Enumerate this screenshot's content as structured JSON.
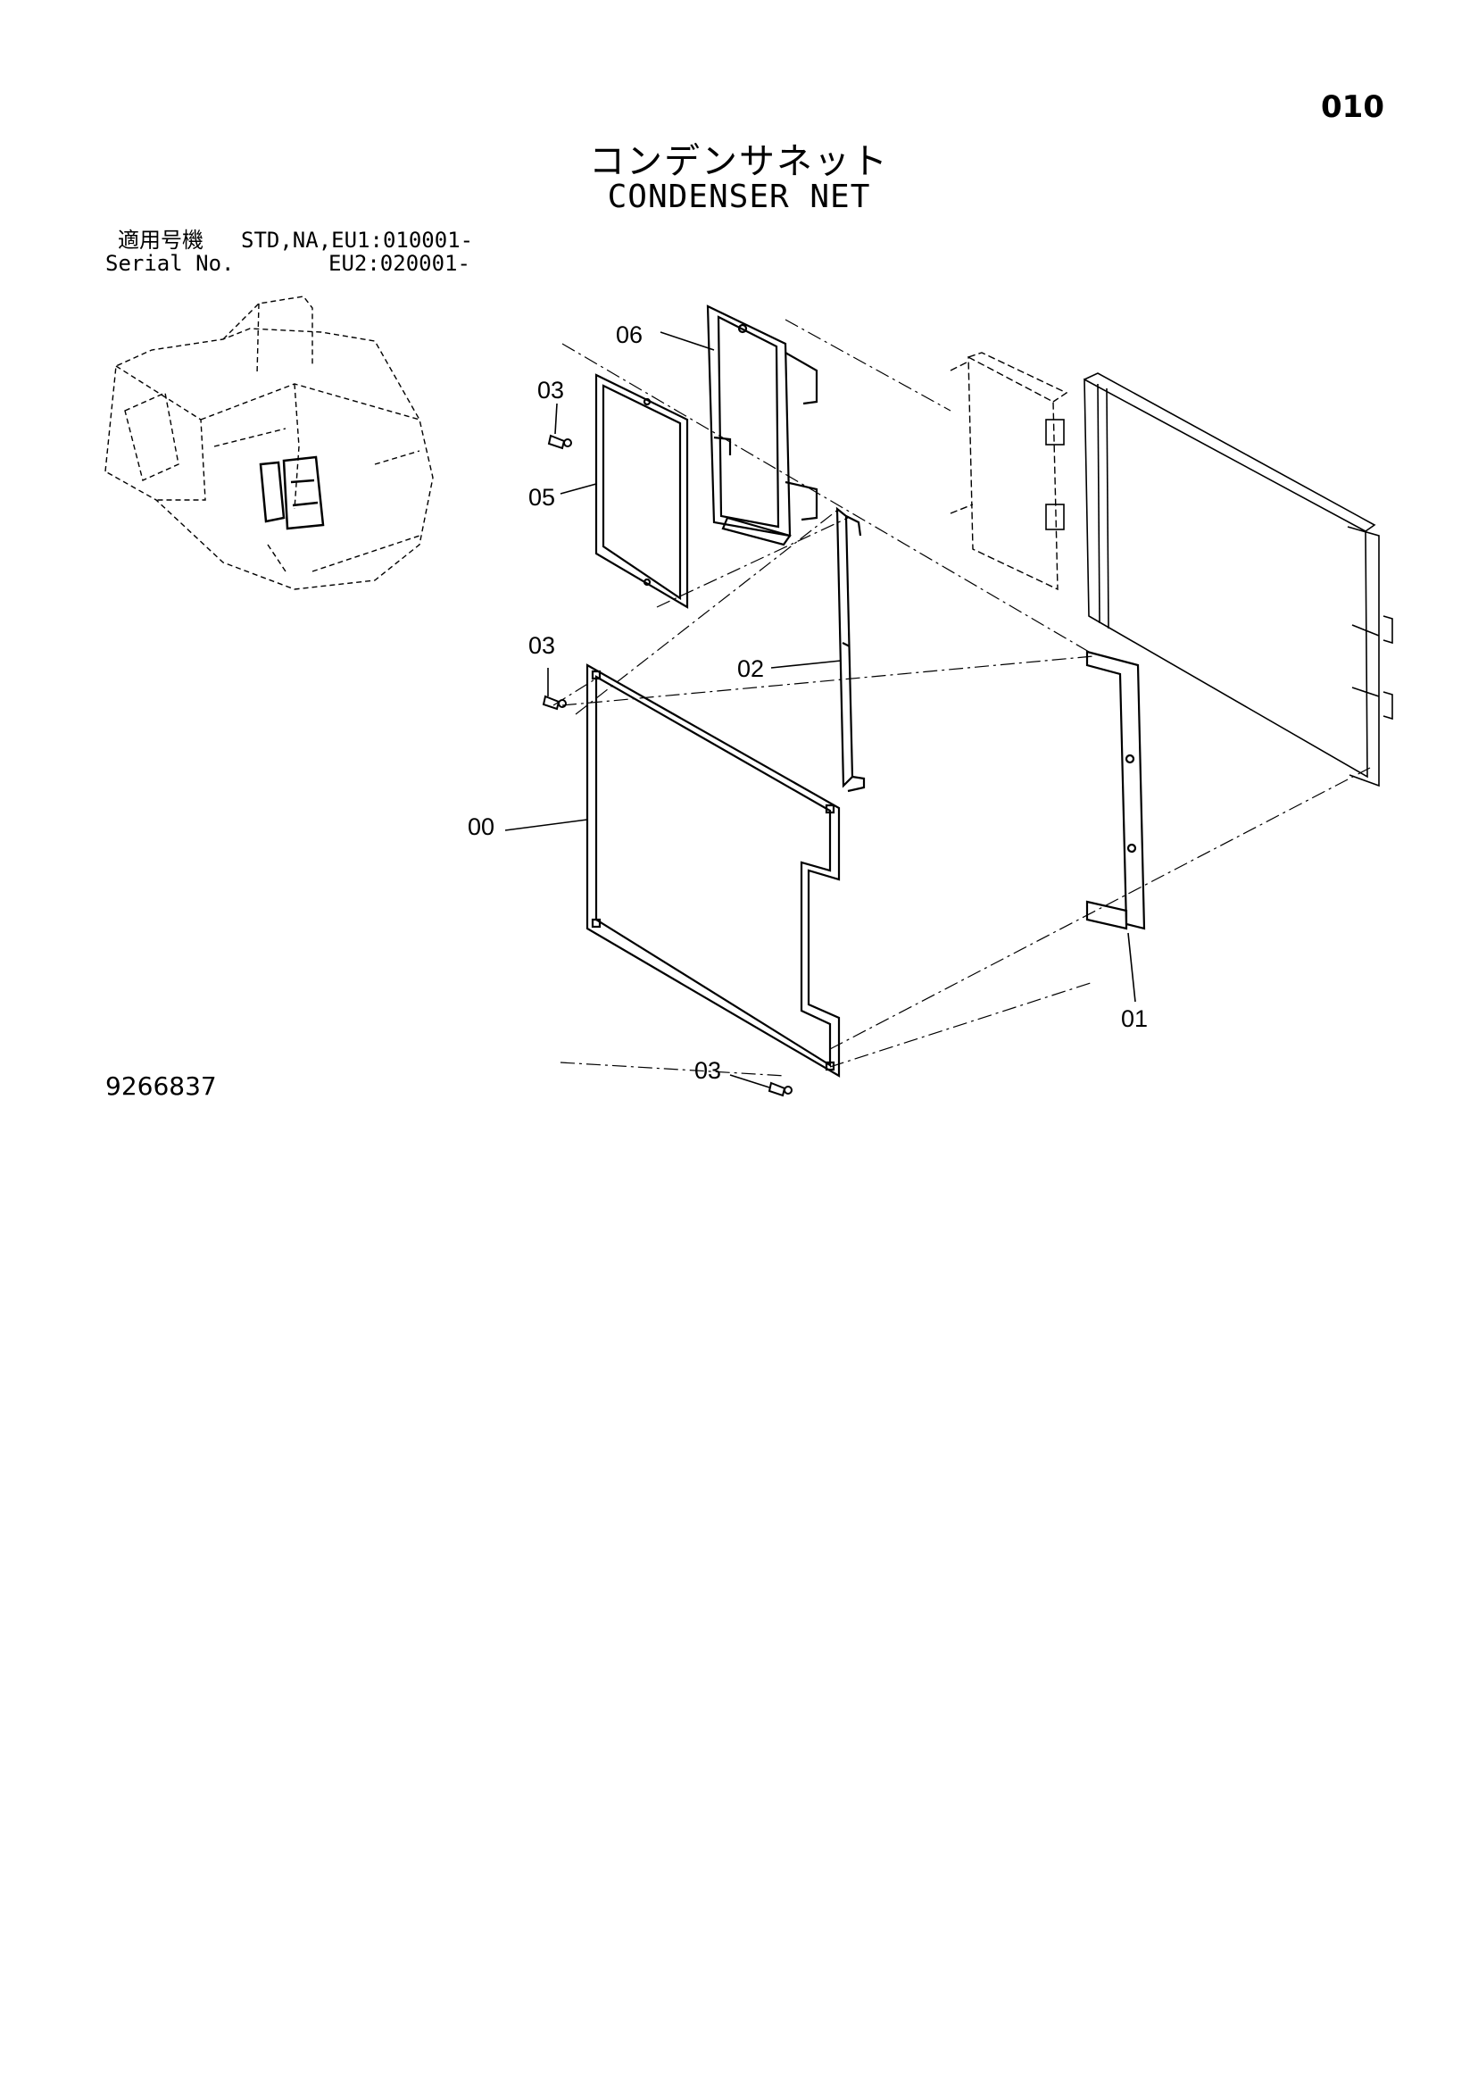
{
  "page_number": "010",
  "title_jp": "コンデンサネット",
  "title_en": "CONDENSER NET",
  "serial": {
    "label_jp": "適用号機",
    "label_en": "Serial No.",
    "line1_value": "STD,NA,EU1:010001-",
    "line2_value": "EU2:020001-"
  },
  "callouts": {
    "p00": "00",
    "p01": "01",
    "p02": "02",
    "p03a": "03",
    "p03b": "03",
    "p03c": "03",
    "p05": "05",
    "p06": "06"
  },
  "drawing_number": "9266837"
}
